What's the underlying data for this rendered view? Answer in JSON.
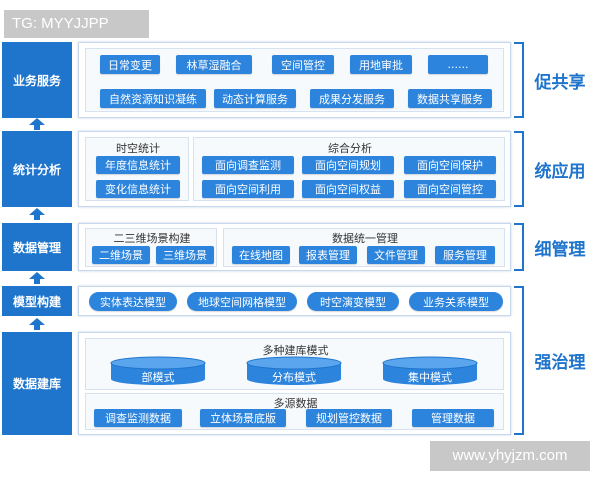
{
  "watermarks": {
    "top": "TG: MYYJJPP",
    "bottom": "www.yhyjzm.com"
  },
  "colors": {
    "primary": "#1f75cc",
    "pill": "#2c84dd"
  },
  "layers": [
    {
      "title": "业务服务",
      "row1": [
        "日常变更",
        "林草湿融合",
        "空间管控",
        "用地审批",
        "......"
      ],
      "row2": [
        "自然资源知识凝练",
        "动态计算服务",
        "成果分发服务",
        "数据共享服务"
      ]
    },
    {
      "title": "统计分析",
      "group1": {
        "label": "时空统计",
        "items": [
          "年度信息统计",
          "变化信息统计"
        ]
      },
      "group2": {
        "label": "综合分析",
        "items": [
          "面向调查监测",
          "面向空间规划",
          "面向空间保护",
          "面向空间利用",
          "面向空间权益",
          "面向空间管控"
        ]
      }
    },
    {
      "title": "数据管理",
      "group1": {
        "label": "二三维场景构建",
        "items": [
          "二维场景",
          "三维场景"
        ]
      },
      "group2": {
        "label": "数据统一管理",
        "items": [
          "在线地图",
          "报表管理",
          "文件管理",
          "服务管理"
        ]
      }
    },
    {
      "title": "模型构建",
      "items": [
        "实体表达模型",
        "地球空间网格模型",
        "时空演变模型",
        "业务关系模型"
      ]
    },
    {
      "title": "数据建库",
      "modes_label": "多种建库模式",
      "modes": [
        "部模式",
        "分布模式",
        "集中模式"
      ],
      "sources_label": "多源数据",
      "sources": [
        "调查监测数据",
        "立体场景底版",
        "规划管控数据",
        "管理数据"
      ]
    }
  ],
  "right_labels": [
    "促共享",
    "统应用",
    "细管理",
    "强治理"
  ]
}
